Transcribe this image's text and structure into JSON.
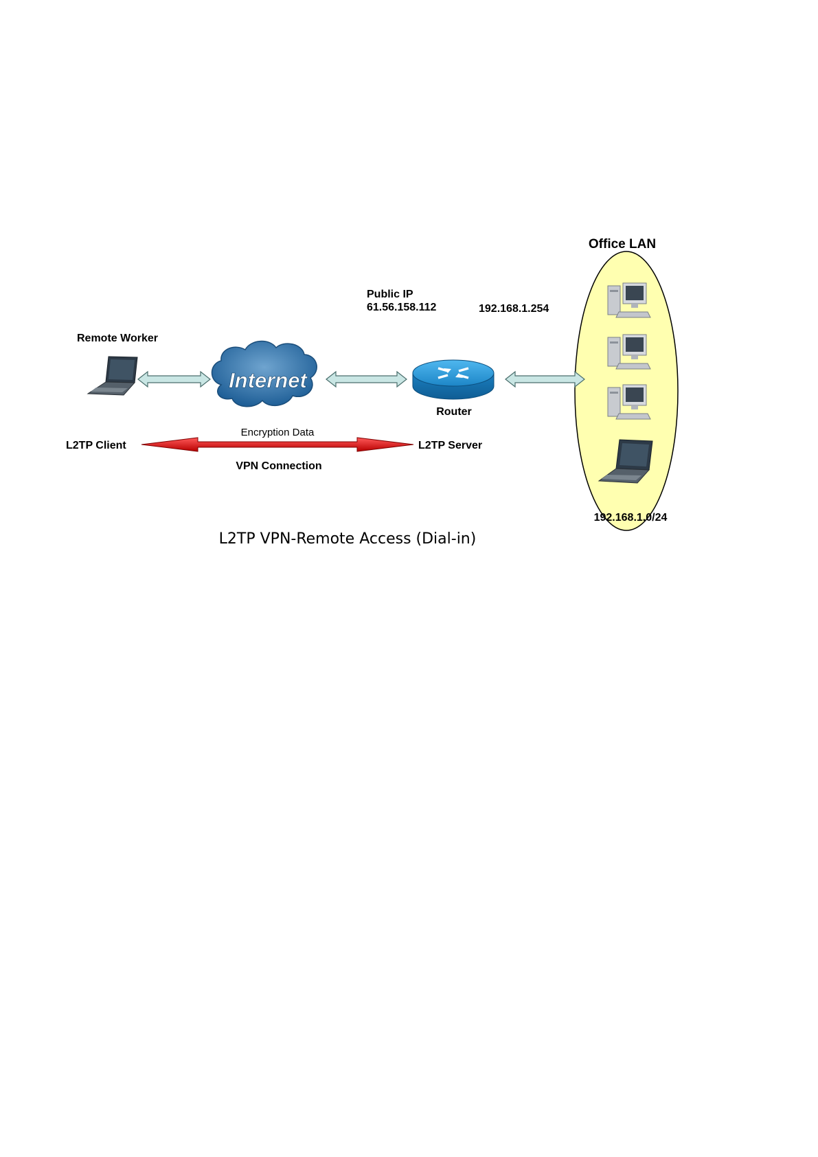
{
  "diagram": {
    "title": "L2TP VPN-Remote Access (Dial-in)",
    "office_lan_label": "Office LAN",
    "public_ip_label": "Public IP",
    "public_ip_value": "61.56.158.112",
    "lan_ip": "192.168.1.254",
    "remote_worker": "Remote Worker",
    "internet": "Internet",
    "router": "Router",
    "l2tp_client": "L2TP Client",
    "l2tp_server": "L2TP Server",
    "encryption_data": "Encryption Data",
    "vpn_connection": "VPN Connection",
    "subnet": "192.168.1.0/24"
  },
  "colors": {
    "lan_ellipse": "#ffffb0",
    "link_arrow": "#c9e6e4",
    "vpn_arrow": "#e01010",
    "router": "#1e8fd0",
    "cloud": "#2c6ea7"
  }
}
